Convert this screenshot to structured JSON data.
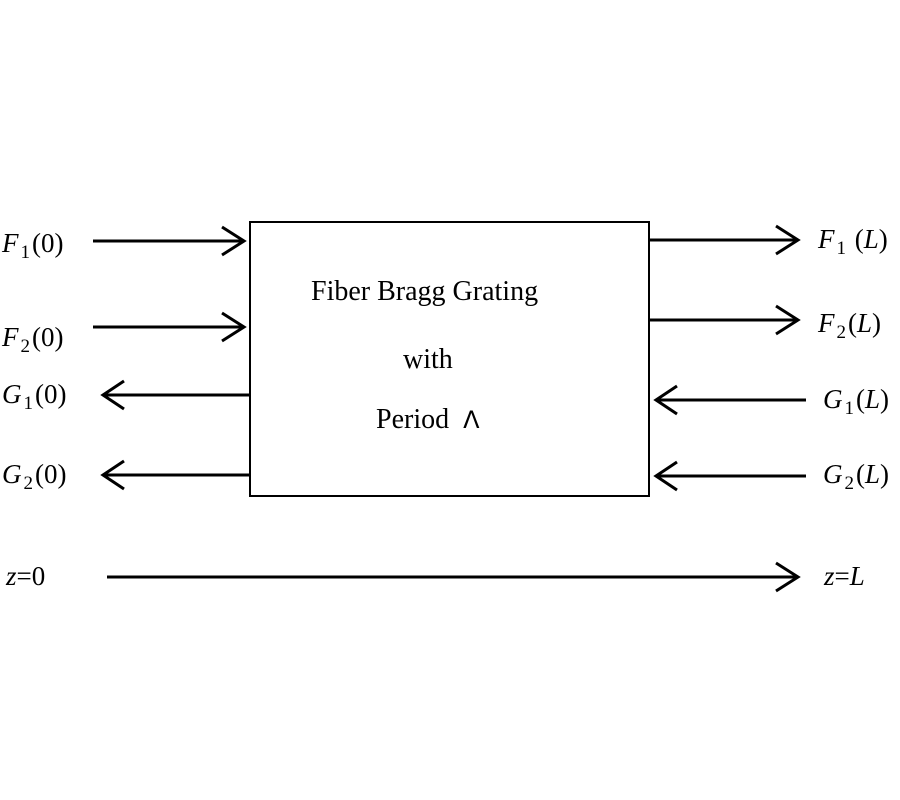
{
  "diagram": {
    "box": {
      "title_line1": "Fiber Bragg Grating",
      "title_line2": "with",
      "title_line3_prefix": "Period",
      "period_symbol": "Λ"
    },
    "left_ports": [
      {
        "id": "F1-0",
        "var": "F",
        "sub": "1",
        "arg": "(0)",
        "direction": "in"
      },
      {
        "id": "F2-0",
        "var": "F",
        "sub": "2",
        "arg": "(0)",
        "direction": "in"
      },
      {
        "id": "G1-0",
        "var": "G",
        "sub": "1",
        "arg": "(0)",
        "direction": "out"
      },
      {
        "id": "G2-0",
        "var": "G",
        "sub": "2",
        "arg": "(0)",
        "direction": "out"
      }
    ],
    "right_ports": [
      {
        "id": "F1-L",
        "var": "F",
        "sub": "1",
        "arg_open": "(",
        "arg_var": "L",
        "arg_close": ")",
        "direction": "out"
      },
      {
        "id": "F2-L",
        "var": "F",
        "sub": "2",
        "arg_open": "(",
        "arg_var": "L",
        "arg_close": ")",
        "direction": "out"
      },
      {
        "id": "G1-L",
        "var": "G",
        "sub": "1",
        "arg_open": "(",
        "arg_var": "L",
        "arg_close": ")",
        "direction": "in"
      },
      {
        "id": "G2-L",
        "var": "G",
        "sub": "2",
        "arg_open": "(",
        "arg_var": "L",
        "arg_close": ")",
        "direction": "in"
      }
    ],
    "axis": {
      "start_var": "z",
      "start_eq": "=0",
      "end_var": "z",
      "end_eq": "=",
      "end_val": "L"
    }
  }
}
